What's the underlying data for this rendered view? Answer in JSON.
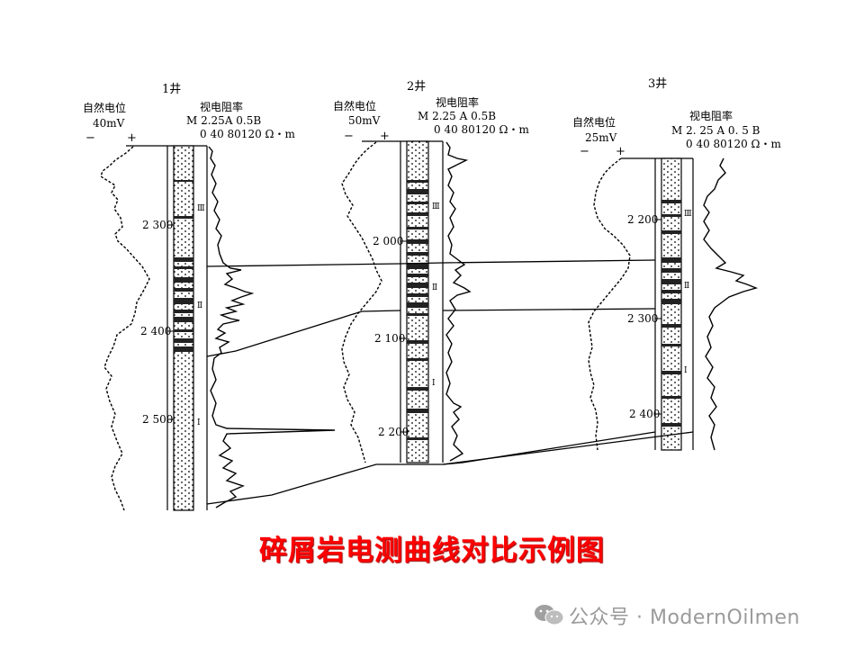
{
  "wells": [
    {
      "name": "1井",
      "sp_label": "自然电位",
      "sp_scale": "40mV",
      "sp_minus": "−",
      "sp_plus": "+",
      "res_label": "视电阻率",
      "res_electrode": "M 2.25A 0.5B",
      "res_scale": "0 40 80120 Ω・m",
      "depths": [
        "2 300",
        "2 400",
        "2 500"
      ],
      "zone_marks": [
        "Ⅲ",
        "Ⅱ",
        "Ⅰ"
      ]
    },
    {
      "name": "2井",
      "sp_label": "自然电位",
      "sp_scale": "50mV",
      "sp_minus": "−",
      "sp_plus": "+",
      "res_label": "视电阻率",
      "res_electrode": "M 2.25 A 0.5B",
      "res_scale": "0 40 80120 Ω・m",
      "depths": [
        "2 000",
        "2 100",
        "2 200"
      ],
      "zone_marks": [
        "Ⅲ",
        "Ⅱ",
        "Ⅰ"
      ]
    },
    {
      "name": "3井",
      "sp_label": "自然电位",
      "sp_scale": "25mV",
      "sp_minus": "−",
      "sp_plus": "+",
      "res_label": "视电阻率",
      "res_electrode": "M 2. 25 A 0. 5 B",
      "res_scale": "0 40 80120 Ω・m",
      "depths": [
        "2 200",
        "2 300",
        "2 400"
      ],
      "zone_marks": [
        "Ⅲ",
        "Ⅱ",
        "Ⅰ"
      ]
    }
  ],
  "caption": "碎屑岩电测曲线对比示例图",
  "watermark": "公众号 · ModernOilmen",
  "colors": {
    "caption": "#ff0000",
    "line": "#000000",
    "watermark": "#9a9a9a"
  },
  "icons": {
    "watermark": "wechat-icon"
  }
}
